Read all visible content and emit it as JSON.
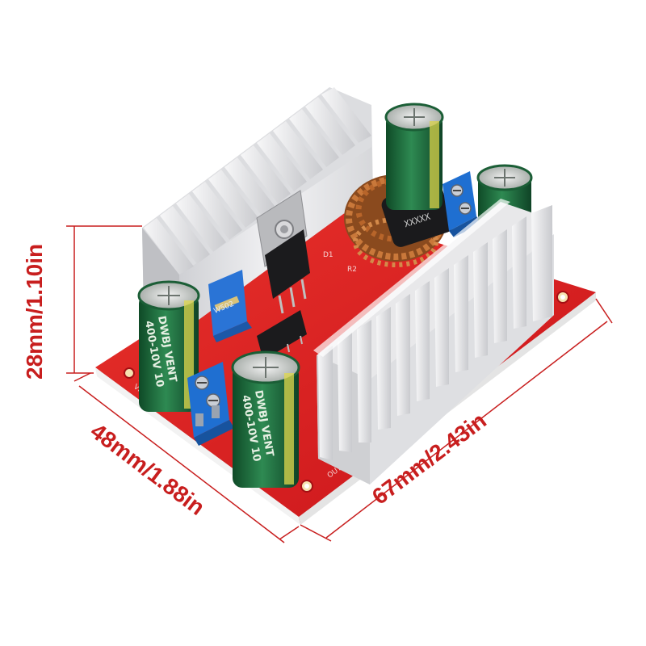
{
  "image": {
    "subject": "DC-DC step-up boost converter module",
    "colors": {
      "dimension": "#c81e1e",
      "pcb": "#d81e1e",
      "heatsink": "#e6e6e8",
      "capacitor": "#1e6b3c",
      "terminal": "#1f6fd1",
      "copper": "#b8652a"
    }
  },
  "dimensions": {
    "height": "28mm/1.10in",
    "depth": "48mm/1.88in",
    "width": "67mm/2.43in"
  },
  "silkscreen": {
    "pot_label": "W502",
    "cap_marking": "DWBJ VENT",
    "cap_value": "400-10V 10"
  }
}
